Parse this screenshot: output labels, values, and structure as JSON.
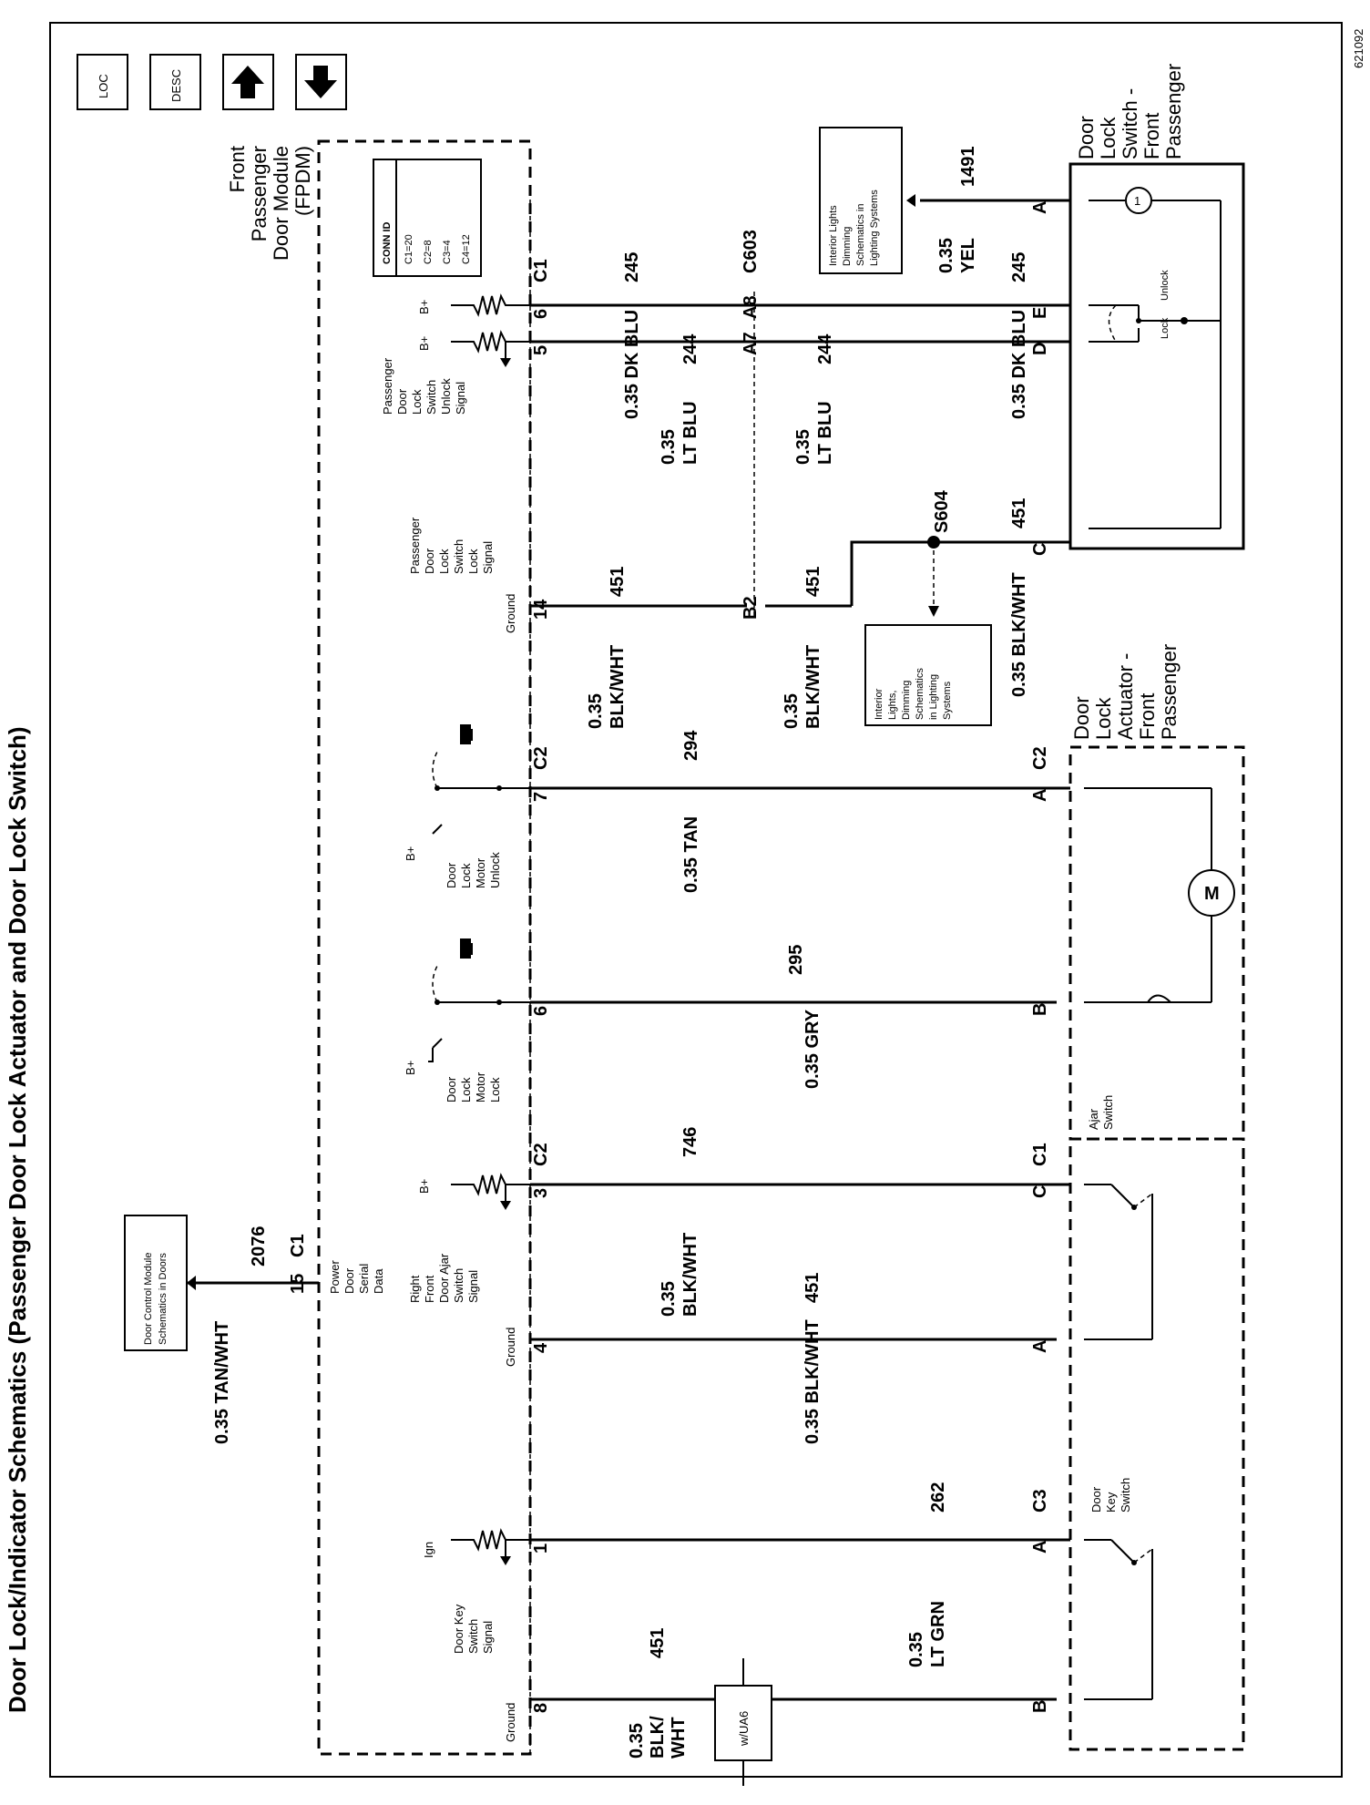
{
  "title": "Door Lock/Indicator Schematics (Passenger Door Lock Actuator and Door Lock Switch)",
  "doc_id": "621092",
  "nav_icons": [
    "loc-icon",
    "desc-icon",
    "arrow-up-icon",
    "arrow-down-icon"
  ],
  "nav_text": {
    "loc": "LOC",
    "desc": "DESC"
  },
  "module": {
    "name": "Front Passenger Door Module (FPDM)",
    "line1": "Front",
    "line2": "Passenger",
    "line3": "Door Module",
    "line4": "(FPDM)"
  },
  "conn_id": {
    "header": "CONN ID",
    "rows": [
      "C1=20",
      "C2=8",
      "C3=4",
      "C4=12"
    ]
  },
  "refs": {
    "door_control": {
      "line1": "Door Control Module",
      "line2": "Schematics in Doors"
    },
    "interior_top": {
      "line1": "Interior Lights",
      "line2": "Dimming",
      "line3": "Schematics in",
      "line4": "Lighting Systems"
    },
    "interior_mid": {
      "line1": "Interior",
      "line2": "Lights,",
      "line3": "Dimming",
      "line4": "Schematics",
      "line5": "in Lighting",
      "line6": "Systems"
    },
    "ua6": "w/UA6"
  },
  "serial": {
    "wire": "0.35 TAN/WHT",
    "circuit": "2076",
    "pin": "15",
    "conn": "C1",
    "label": [
      "Power",
      "Door",
      "Serial",
      "Data"
    ]
  },
  "pin_labels": {
    "door_key": [
      "Door Key",
      "Switch",
      "Signal"
    ],
    "ground": "Ground",
    "ign": "Ign",
    "bplus": "B+",
    "ajar": [
      "Right",
      "Front",
      "Door Ajar",
      "Switch",
      "Signal"
    ],
    "motor_lock": [
      "Door",
      "Lock",
      "Motor",
      "Lock"
    ],
    "motor_unlock": [
      "Door",
      "Lock",
      "Motor",
      "Unlock"
    ],
    "lock_sig": [
      "Passenger",
      "Door",
      "Lock",
      "Switch",
      "Lock",
      "Signal"
    ],
    "unlock_sig": [
      "Passenger",
      "Door",
      "Lock",
      "Switch",
      "Unlock",
      "Signal"
    ]
  },
  "wires": {
    "w8": {
      "pin": "8",
      "color": "0.35 BLK/ WHT",
      "color1": "0.35",
      "color2": "BLK/",
      "color3": "WHT",
      "circuit": "451",
      "end": "B"
    },
    "w1": {
      "pin": "1",
      "conn": "C3",
      "color1": "0.35",
      "color2": "LT GRN",
      "circuit": "262",
      "end": "A",
      "end_conn": "C3"
    },
    "w4": {
      "pin": "4",
      "color": "0.35 BLK/WHT",
      "circuit": "451",
      "end": "A"
    },
    "w3": {
      "pin": "3",
      "conn": "C2",
      "color1": "0.35",
      "color2": "BLK/WHT",
      "circuit": "746",
      "end": "C",
      "end_conn": "C1"
    },
    "w6": {
      "pin": "6",
      "color": "0.35 GRY",
      "circuit": "295",
      "end": "B"
    },
    "w7": {
      "pin": "7",
      "conn": "C2",
      "color": "0.35 TAN",
      "circuit": "294",
      "end": "A",
      "end_conn": "C2"
    },
    "w14": {
      "pin": "14",
      "color1": "0.35",
      "color2": "BLK/WHT",
      "circuit": "451",
      "conn_b": "B2",
      "color_b1": "0.35",
      "color_b2": "BLK/WHT",
      "circuit_b": "451",
      "color_c": "0.35 BLK/WHT",
      "circuit_c": "451",
      "end": "C",
      "splice": "S604"
    },
    "w5": {
      "pin": "5",
      "color1": "0.35",
      "color2": "LT BLU",
      "circuit": "244",
      "conn_b": "A7",
      "color_b1": "0.35",
      "color_b2": "LT BLU",
      "circuit_b": "244",
      "end": "D"
    },
    "w6b": {
      "pin": "6",
      "conn": "C1",
      "color": "0.35 DK BLU",
      "circuit": "245",
      "conn_b": "A8",
      "conn_name": "C603",
      "color_c": "0.35 DK BLU",
      "circuit_c": "245",
      "end": "E"
    },
    "wYel": {
      "color1": "0.35",
      "color2": "YEL",
      "circuit": "1491",
      "end": "A"
    }
  },
  "components": {
    "key_switch": [
      "Door",
      "Key",
      "Switch"
    ],
    "ajar_switch": [
      "Ajar",
      "Switch"
    ],
    "actuator": [
      "Door",
      "Lock",
      "Actuator -",
      "Front",
      "Passenger"
    ],
    "lock_switch": [
      "Door",
      "Lock",
      "Switch -",
      "Front",
      "Passenger"
    ],
    "motor": "M",
    "lock": "Lock",
    "unlock": "Unlock",
    "lamp": "1"
  }
}
